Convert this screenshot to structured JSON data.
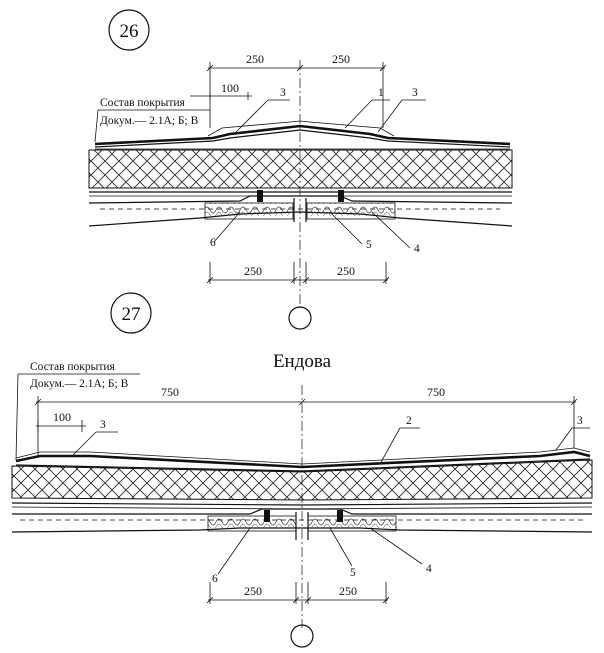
{
  "detail_26": {
    "number": "26",
    "coating_label_line1": "Состав покрытия",
    "coating_label_line2": "Докум.— 2.1А; Б; В",
    "dim_top_left": "250",
    "dim_top_right": "250",
    "dim_small": "100",
    "dim_bottom_left": "250",
    "dim_bottom_right": "250",
    "callout_1": "1",
    "callout_3_left": "3",
    "callout_3_right": "3",
    "callout_4": "4",
    "callout_5": "5",
    "callout_6": "6"
  },
  "detail_27": {
    "number": "27",
    "title": "Ендова",
    "coating_label_line1": "Состав покрытия",
    "coating_label_line2": "Докум.— 2.1А; Б; В",
    "dim_top_left": "750",
    "dim_top_right": "750",
    "dim_small": "100",
    "dim_bottom_left": "250",
    "dim_bottom_right": "250",
    "callout_2": "2",
    "callout_3_left": "3",
    "callout_3_right": "3",
    "callout_4": "4",
    "callout_5": "5",
    "callout_6": "6"
  }
}
